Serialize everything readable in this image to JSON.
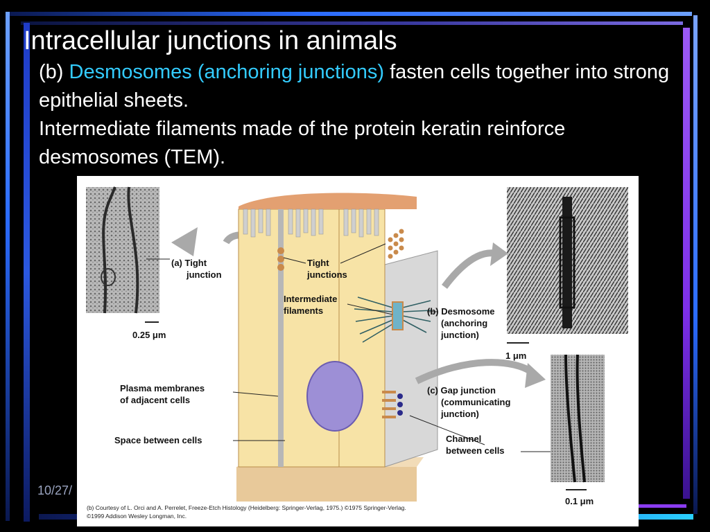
{
  "slide": {
    "title": "Intracellular junctions in animals",
    "body": {
      "line1_prefix": "(b) ",
      "line1_highlight": "Desmosomes (anchoring junctions)",
      "line1_rest": " fasten cells together into strong epithelial sheets.",
      "line2": "Intermediate filaments made of the protein keratin reinforce desmosomes (TEM)."
    },
    "date_fragment": "10/27/"
  },
  "figure": {
    "labels": {
      "tight_a_1": "(a) Tight",
      "tight_a_2": "junction",
      "scale_a": "0.25 μm",
      "tight_center_1": "Tight",
      "tight_center_2": "junctions",
      "interm_1": "Intermediate",
      "interm_2": "filaments",
      "desmo_1": "(b) Desmosome",
      "desmo_2": "(anchoring",
      "desmo_3": "junction)",
      "scale_b": "1 μm",
      "plasma_1": "Plasma membranes",
      "plasma_2": "of adjacent cells",
      "gap_1": "(c) Gap junction",
      "gap_2": "(communicating",
      "gap_3": "junction)",
      "space": "Space between cells",
      "channel_1": "Channel",
      "channel_2": "between cells",
      "scale_c": "0.1 μm"
    },
    "credit_1": "(b) Courtesy of L. Orci and A. Perrelet, Freeze-Etch Histology (Heidelberg: Springer-Verlag, 1975.) ©1975 Springer-Verlag.",
    "credit_2": "©1999 Addison Wesley Longman, Inc."
  },
  "colors": {
    "accent_blue": "#3b73ff",
    "accent_cyan": "#33ccff",
    "accent_purple": "#8a3cf0",
    "cell_fill": "#f7e3a6",
    "nucleus": "#9d8fd6"
  }
}
